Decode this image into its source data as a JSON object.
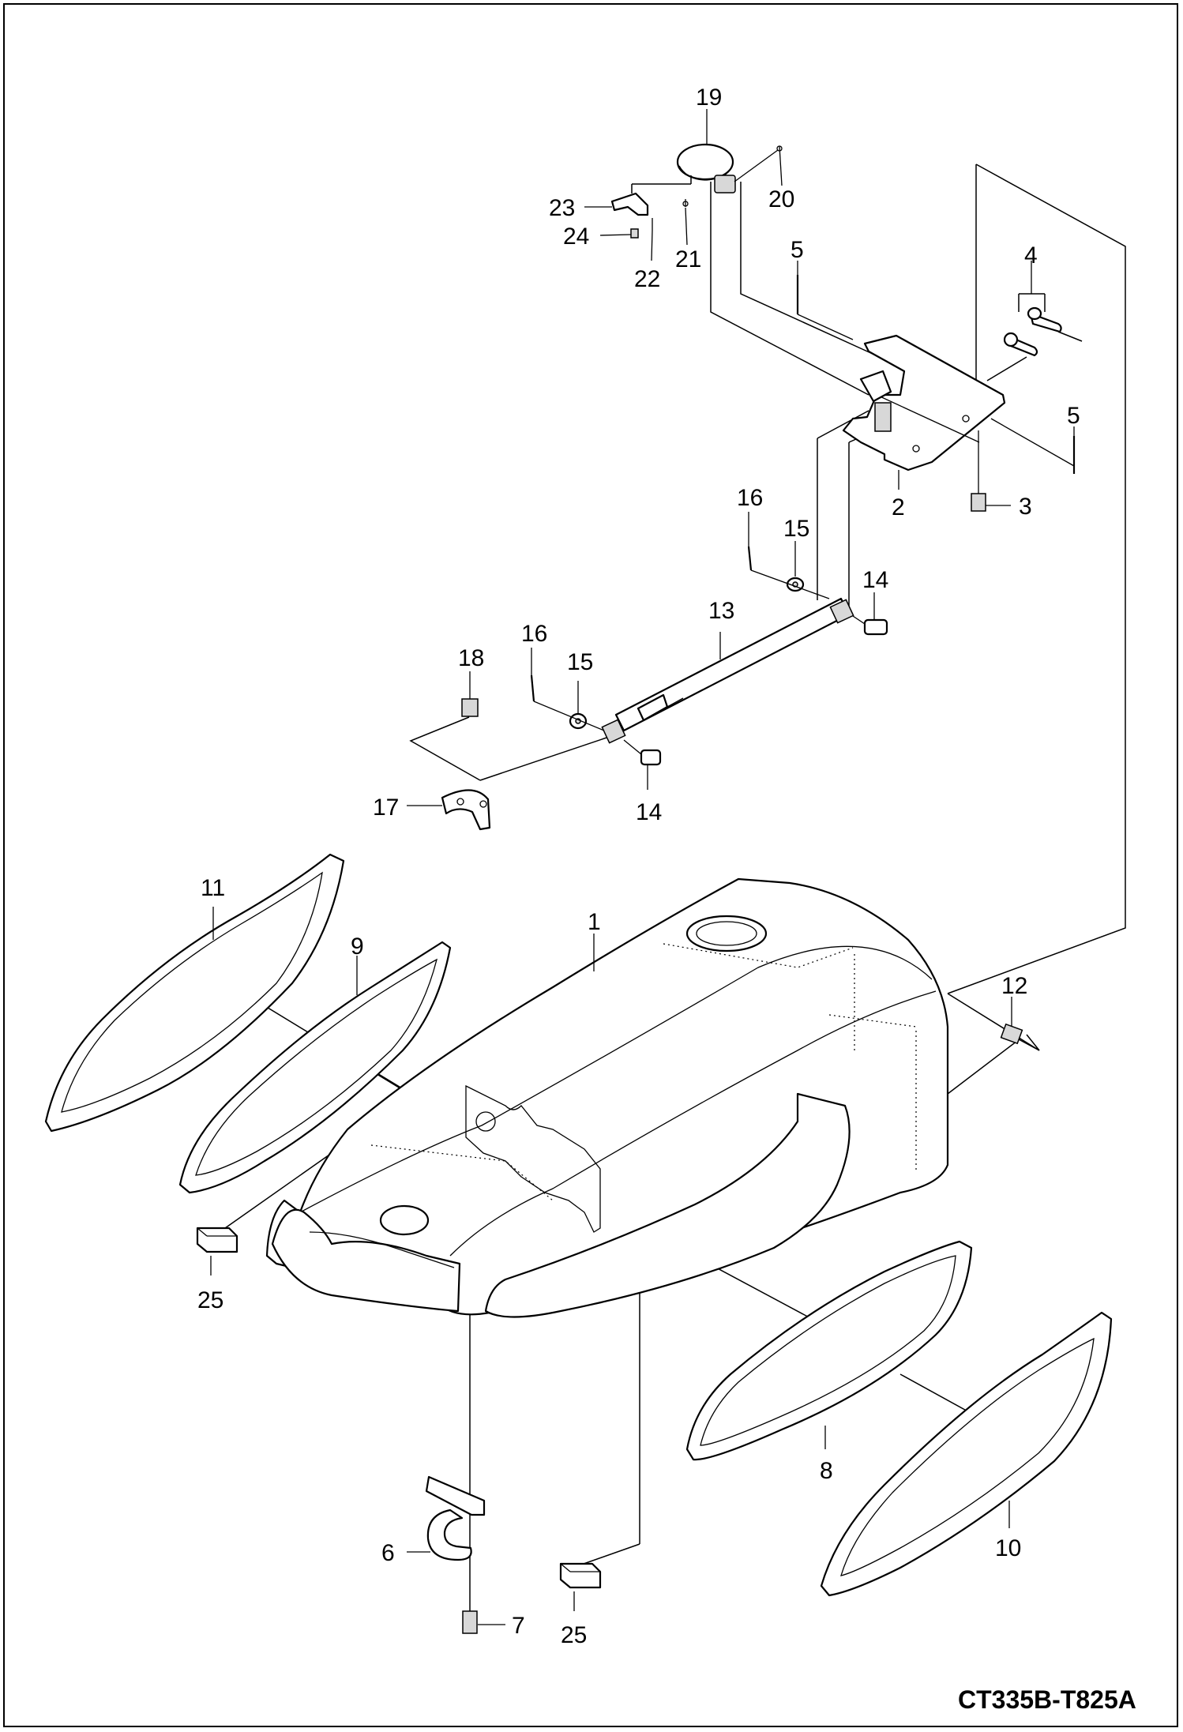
{
  "labels": {
    "p1": "1",
    "p2": "2",
    "p3": "3",
    "p4": "4",
    "p5a": "5",
    "p5b": "5",
    "p6": "6",
    "p7": "7",
    "p8": "8",
    "p9": "9",
    "p10": "10",
    "p11": "11",
    "p12": "12",
    "p13": "13",
    "p14a": "14",
    "p14b": "14",
    "p15a": "15",
    "p15b": "15",
    "p16a": "16",
    "p16b": "16",
    "p17": "17",
    "p18": "18",
    "p19": "19",
    "p20": "20",
    "p21": "21",
    "p22": "22",
    "p23": "23",
    "p24": "24",
    "p25a": "25",
    "p25b": "25"
  },
  "drawing_code": "CT335B-T825A"
}
